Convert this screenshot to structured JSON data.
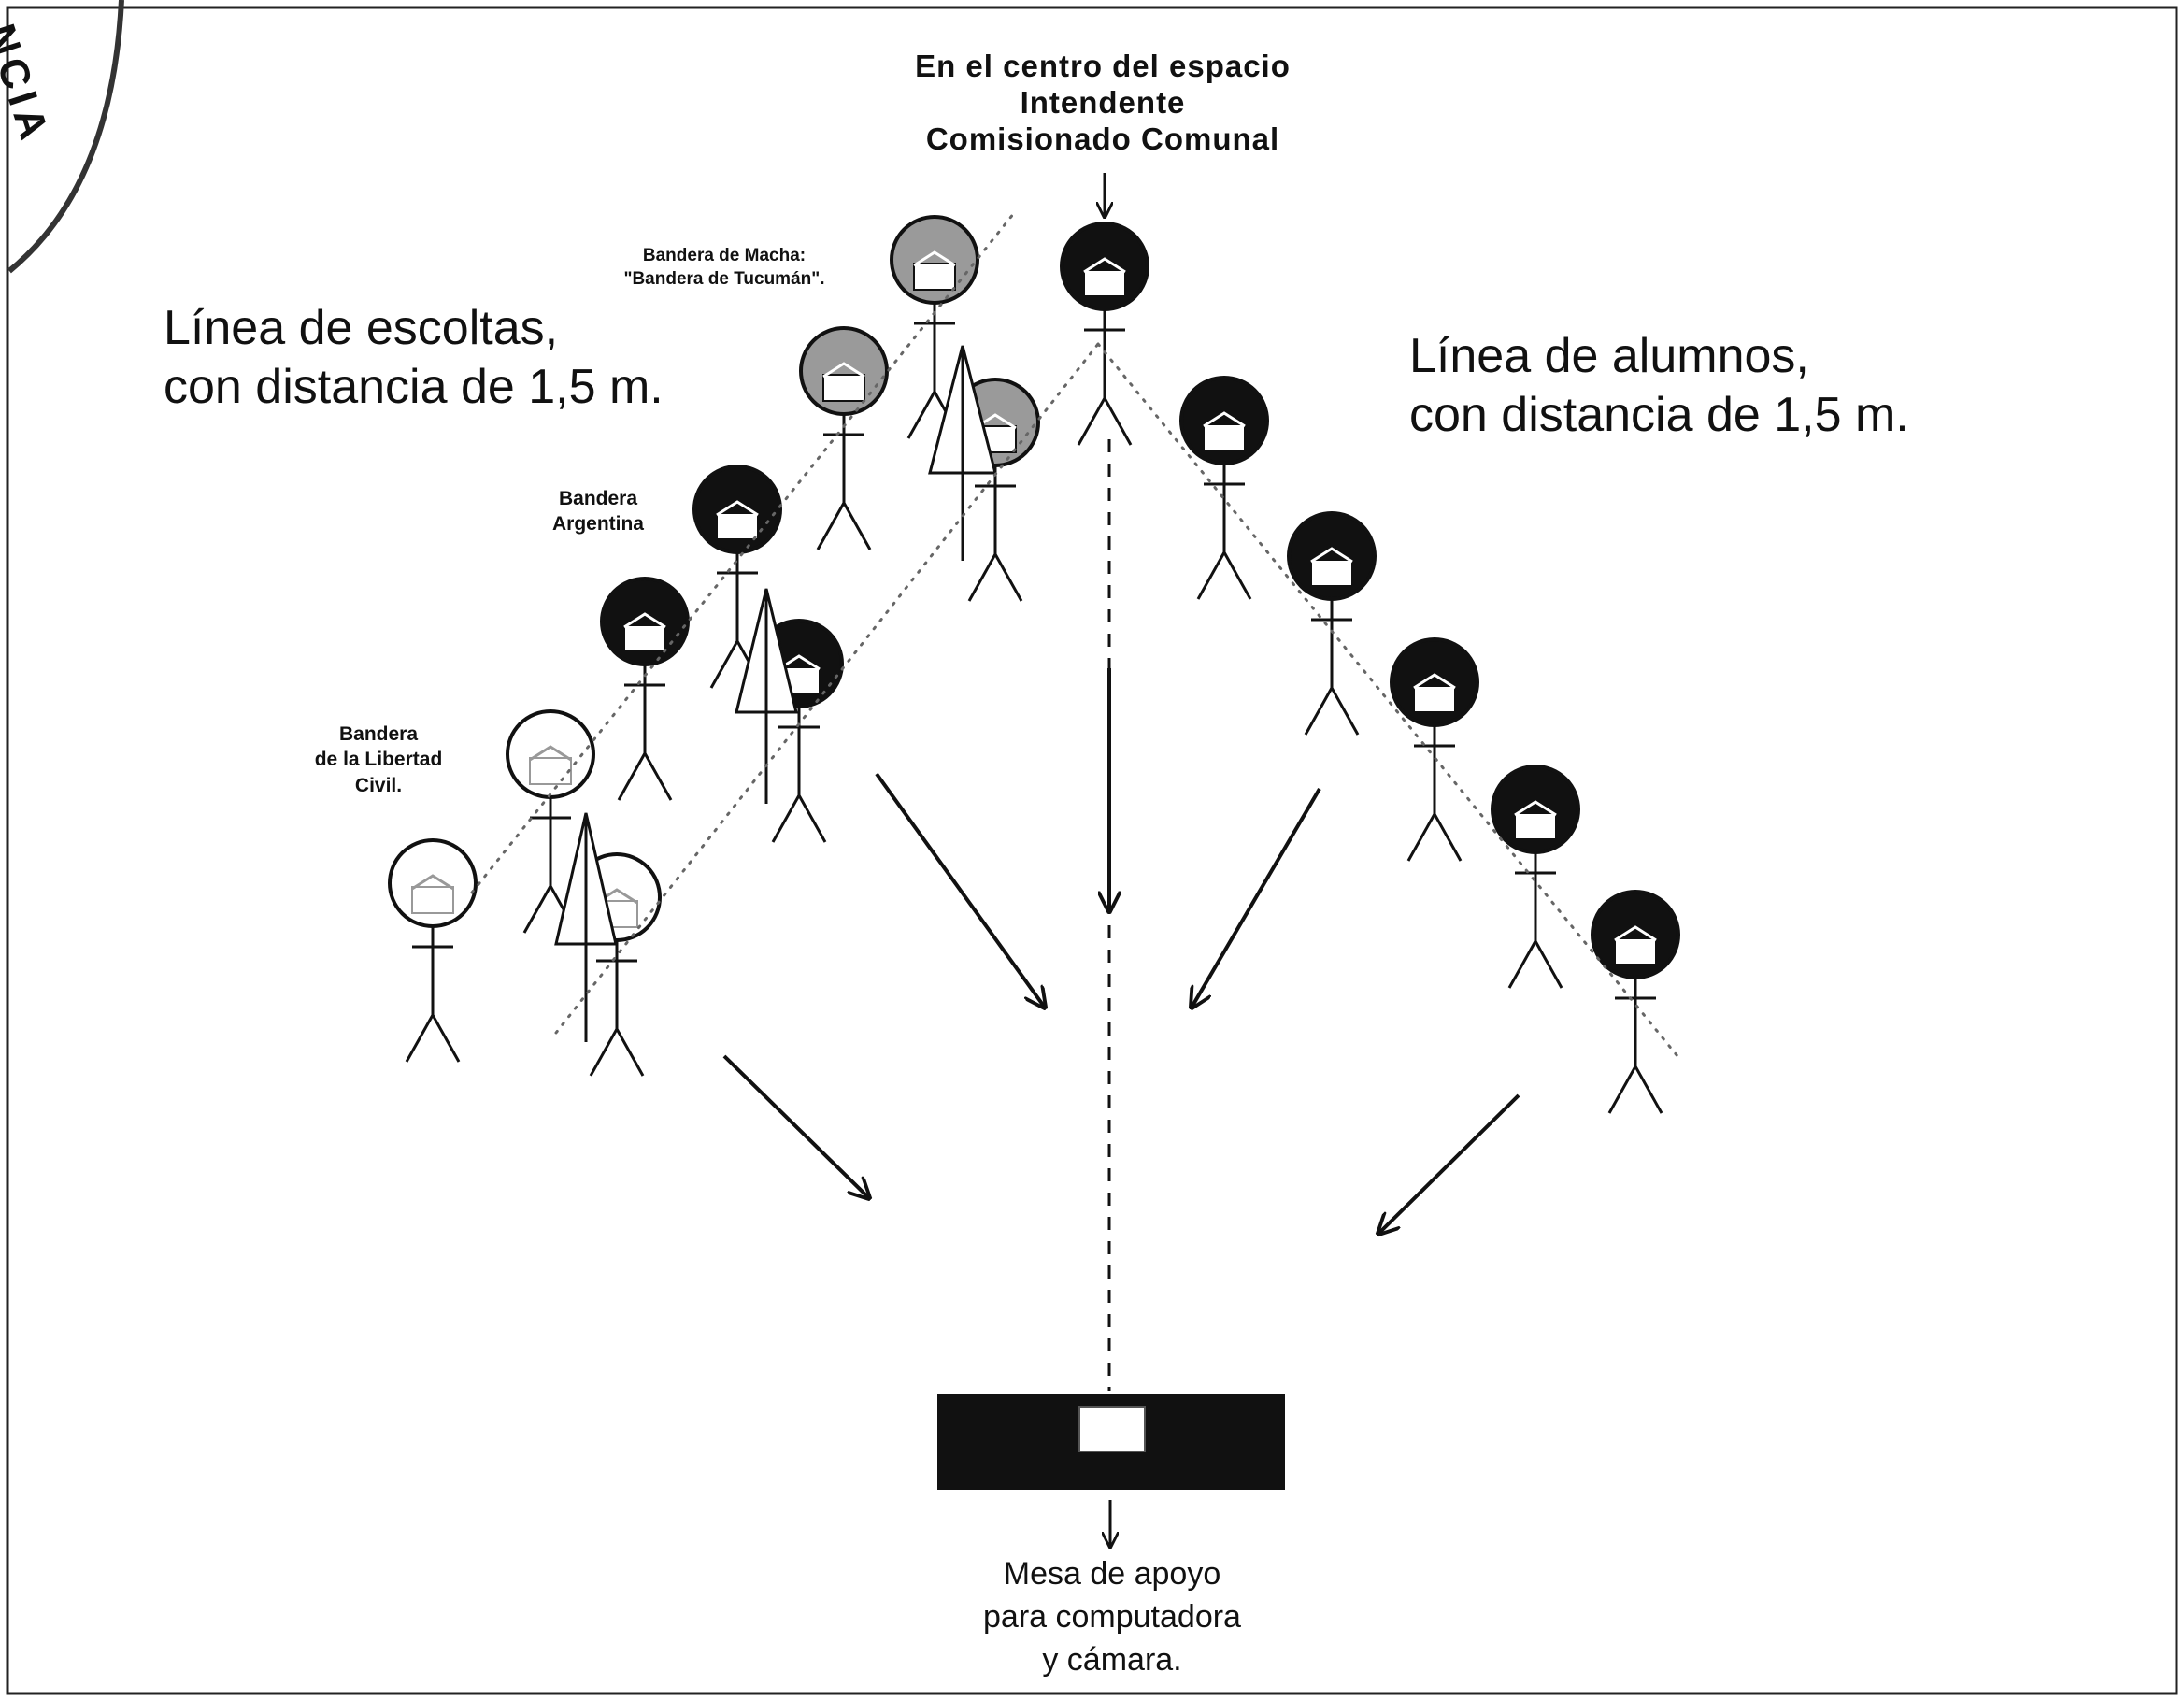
{
  "center_label": [
    "En el centro del espacio",
    "Intendente",
    "Comisionado Comunal"
  ],
  "escoltas_label": [
    "Línea de escoltas,",
    "con distancia de 1,5 m."
  ],
  "alumnos_label": [
    "Línea de alumnos,",
    "con distancia de 1,5 m."
  ],
  "flag_macha": [
    "Bandera de Macha:",
    "\"Bandera de Tucumán\"."
  ],
  "flag_argentina": [
    "Bandera",
    "Argentina"
  ],
  "flag_libertad": [
    "Bandera",
    "de la Libertad",
    "Civil."
  ],
  "mesa_label": [
    "Mesa de apoyo",
    "para computadora",
    "y cámara."
  ],
  "stamp_text": "NCIA",
  "colors": {
    "ink": "#111111",
    "gray_head": "#9a9a9a",
    "white": "#ffffff"
  }
}
